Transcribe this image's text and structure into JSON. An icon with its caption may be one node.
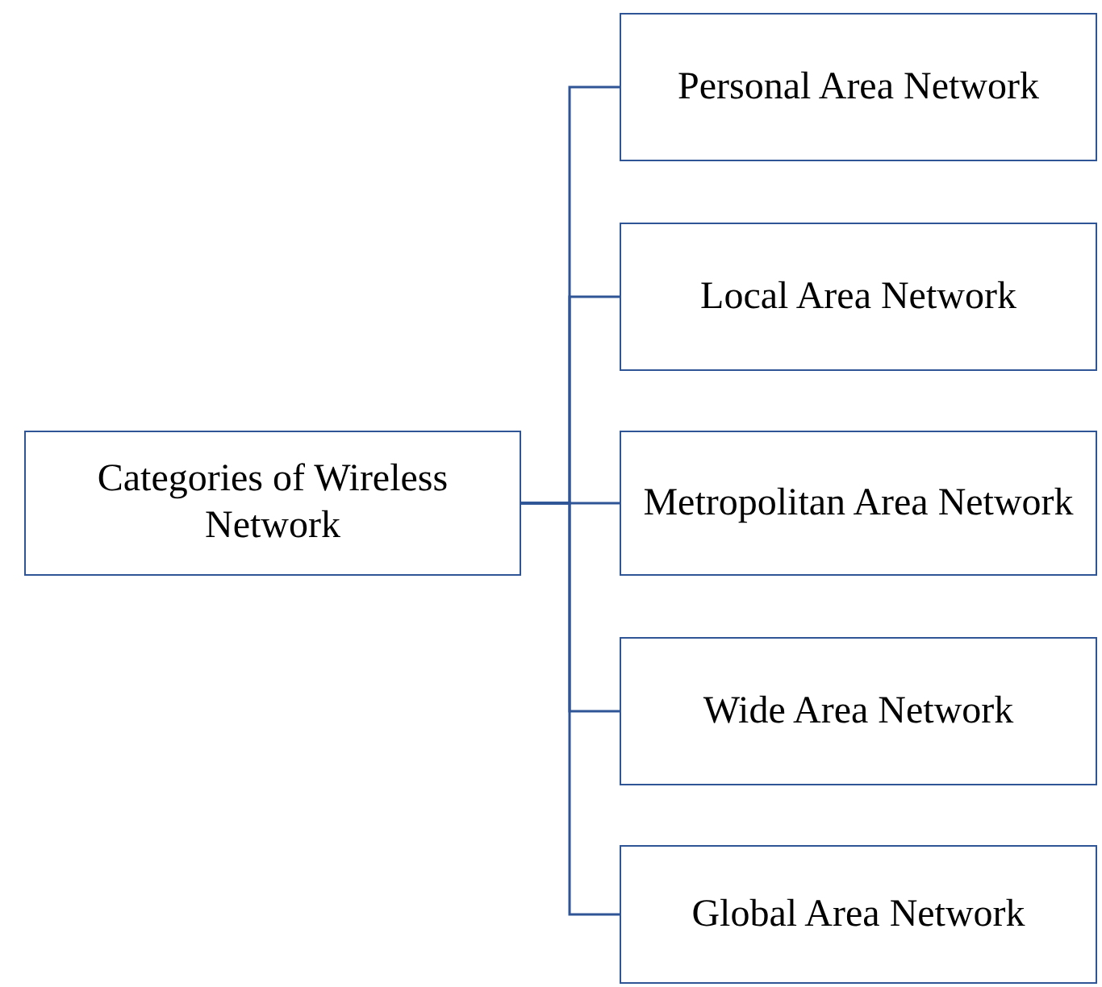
{
  "diagram": {
    "nodes": [
      {
        "text": [
          "Categories of Wireless Network"
        ]
      },
      {
        "text": [
          "Personal Area Network"
        ]
      },
      {
        "text": [
          "Local Area Network"
        ]
      },
      {
        "text": [
          "Metropolitan Area Network"
        ]
      },
      {
        "text": [
          "Wide Area Network"
        ]
      },
      {
        "text": [
          "Global Area Network"
        ]
      }
    ],
    "edges": [
      {
        "from": 0,
        "to": 1,
        "arrow": "none"
      },
      {
        "from": 0,
        "to": 2,
        "arrow": "none"
      },
      {
        "from": 0,
        "to": 3,
        "arrow": "none"
      },
      {
        "from": 0,
        "to": 4,
        "arrow": "none"
      },
      {
        "from": 0,
        "to": 5,
        "arrow": "none"
      }
    ]
  }
}
